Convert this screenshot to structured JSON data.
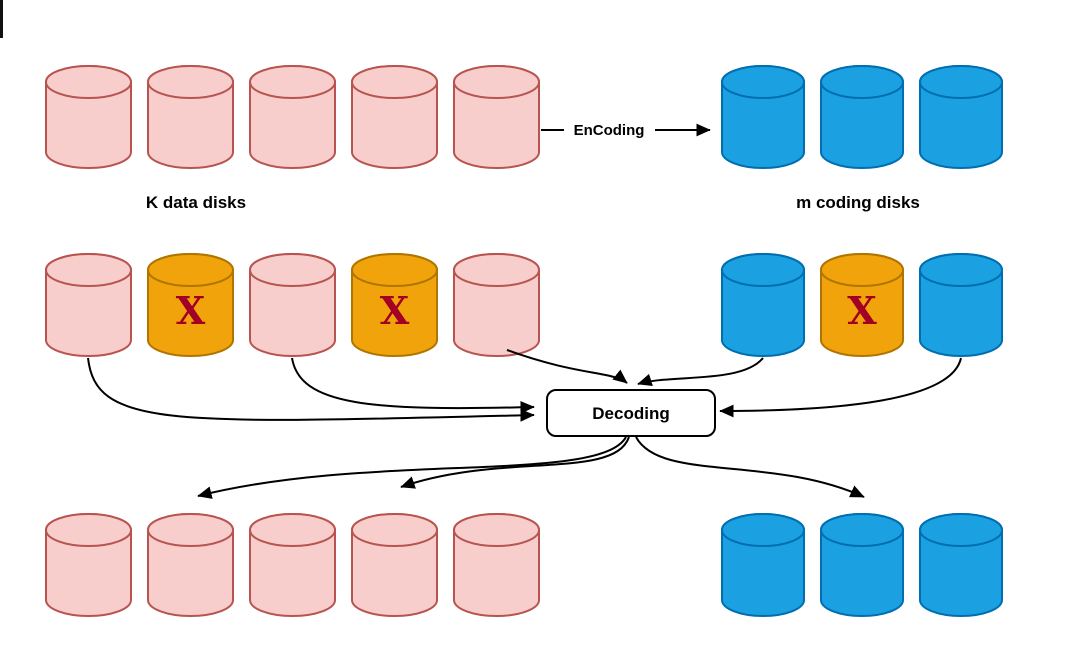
{
  "diagram": {
    "labels": {
      "data_disks": "K data disks",
      "coding_disks": "m coding disks",
      "encoding": "EnCoding",
      "decoding": "Decoding",
      "failed_mark": "X"
    },
    "colors": {
      "data_fill": "#f8cecc",
      "data_stroke": "#b85450",
      "coding_fill": "#1ba1e2",
      "coding_stroke": "#006eaf",
      "failed_fill": "#f0a30a",
      "failed_stroke": "#b07400",
      "failed_mark": "#a20025",
      "line": "#000000"
    },
    "rows": {
      "top": {
        "data": [
          "ok",
          "ok",
          "ok",
          "ok",
          "ok"
        ],
        "coding": [
          "ok",
          "ok",
          "ok"
        ]
      },
      "middle": {
        "data": [
          "ok",
          "failed",
          "ok",
          "failed",
          "ok"
        ],
        "coding": [
          "ok",
          "failed",
          "ok"
        ]
      },
      "bottom": {
        "data": [
          "ok",
          "ok",
          "ok",
          "ok",
          "ok"
        ],
        "coding": [
          "ok",
          "ok",
          "ok"
        ]
      }
    }
  }
}
